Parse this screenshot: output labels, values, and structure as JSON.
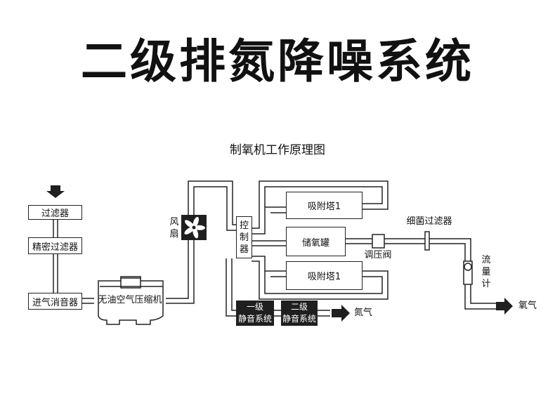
{
  "header": {
    "title": "二级排氮降噪系统",
    "subtitle": "制氧机工作原理图"
  },
  "components": {
    "filter": "过滤器",
    "fine_filter": "精密过滤器",
    "intake_muffler": "进气消音器",
    "compressor": "无油空气压缩机",
    "fan": [
      "风",
      "扇"
    ],
    "controller": [
      "控",
      "制",
      "器"
    ],
    "tower_top": "吸附塔1",
    "oxygen_tank": "储氧罐",
    "tower_bottom": "吸附塔1",
    "regulator": "调压阀",
    "bacteria_filter": "细菌过滤器",
    "flowmeter": [
      "流",
      "量",
      "计"
    ],
    "silencer_1": [
      "一级",
      "静音系统"
    ],
    "silencer_2": [
      "二级",
      "静音系统"
    ],
    "nitrogen_out": "氮气",
    "oxygen_out": "氧气"
  },
  "colors": {
    "ink": "#1f1f1f",
    "background": "#ffffff"
  }
}
